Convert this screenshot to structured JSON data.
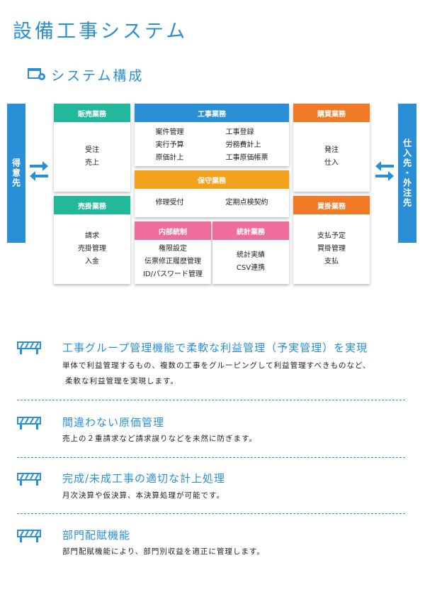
{
  "page_title": "設備工事システム",
  "section_title": "システム構成",
  "left_side": "得意先",
  "right_side": "仕入先・外注先",
  "boxes": {
    "sales": {
      "header": "販売業務",
      "items": [
        "受注",
        "売上"
      ]
    },
    "receivable": {
      "header": "売掛業務",
      "items": [
        "請求",
        "売掛管理",
        "入金"
      ]
    },
    "construction": {
      "header": "工事業務",
      "col1": [
        "案件管理",
        "実行予算",
        "原価計上"
      ],
      "col2": [
        "工事登録",
        "労務費計上",
        "工事原価帳票"
      ]
    },
    "maintenance": {
      "header": "保守業務",
      "items": [
        "修理受付",
        "定期点検契約"
      ]
    },
    "internal": {
      "header": "内部統制",
      "items": [
        "権限設定",
        "伝票修正履歴管理",
        "ID/パスワード管理"
      ]
    },
    "stats": {
      "header": "統計業務",
      "items": [
        "統計実績",
        "CSV連携"
      ]
    },
    "purchase": {
      "header": "購買業務",
      "items": [
        "発注",
        "仕入"
      ]
    },
    "payable": {
      "header": "買掛業務",
      "items": [
        "支払予定",
        "買掛管理",
        "支払"
      ]
    }
  },
  "features": [
    {
      "title": "工事グループ管理機能で柔軟な利益管理（予実管理）を実現",
      "desc": [
        "単体で利益管理するもの、複数の工事をグルーピングして利益管理すべきものなど、",
        "柔軟な利益管理を実現します。"
      ]
    },
    {
      "title": "間違わない原価管理",
      "desc": [
        "売上の２重請求など請求誤りなどを未然に防ぎます。"
      ]
    },
    {
      "title": "完成/未成工事の適切な計上処理",
      "desc": [
        "月次決算や仮決算、本決算処理が可能です。"
      ]
    },
    {
      "title": "部門配賦機能",
      "desc": [
        "部門配賦機能により、部門別収益を適正に管理します。"
      ]
    }
  ],
  "colors": {
    "accent": "#2a8fd4",
    "green": "#24b89a",
    "orange": "#f07a26",
    "yellow": "#f2a21c",
    "pink": "#ef6d9e"
  }
}
